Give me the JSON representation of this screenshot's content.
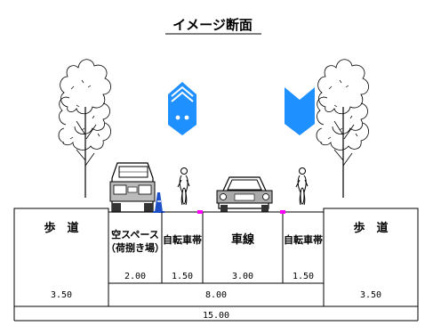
{
  "title": "イメージ断面",
  "zones": [
    {
      "label": "歩　道",
      "width": "3.50"
    },
    {
      "label_line1": "空スペース",
      "label_line2": "（荷捌き場）",
      "width": "2.00"
    },
    {
      "label": "自転車帯",
      "width": "1.50"
    },
    {
      "label": "車線",
      "width": "3.00"
    },
    {
      "label": "自転車帯",
      "width": "1.50"
    },
    {
      "label": "歩　道",
      "width": "3.50"
    }
  ],
  "road_width": "8.00",
  "total_width": "15.00",
  "colors": {
    "arrow": "#1e90ff",
    "cone": "#1e50c8",
    "marker": "#ff00ff",
    "line": "#000000"
  },
  "icons": [
    "tree-icon",
    "truck-icon",
    "car-icon",
    "cyclist-icon",
    "traffic-cone-icon",
    "up-arrow-icon",
    "down-arrow-icon"
  ]
}
